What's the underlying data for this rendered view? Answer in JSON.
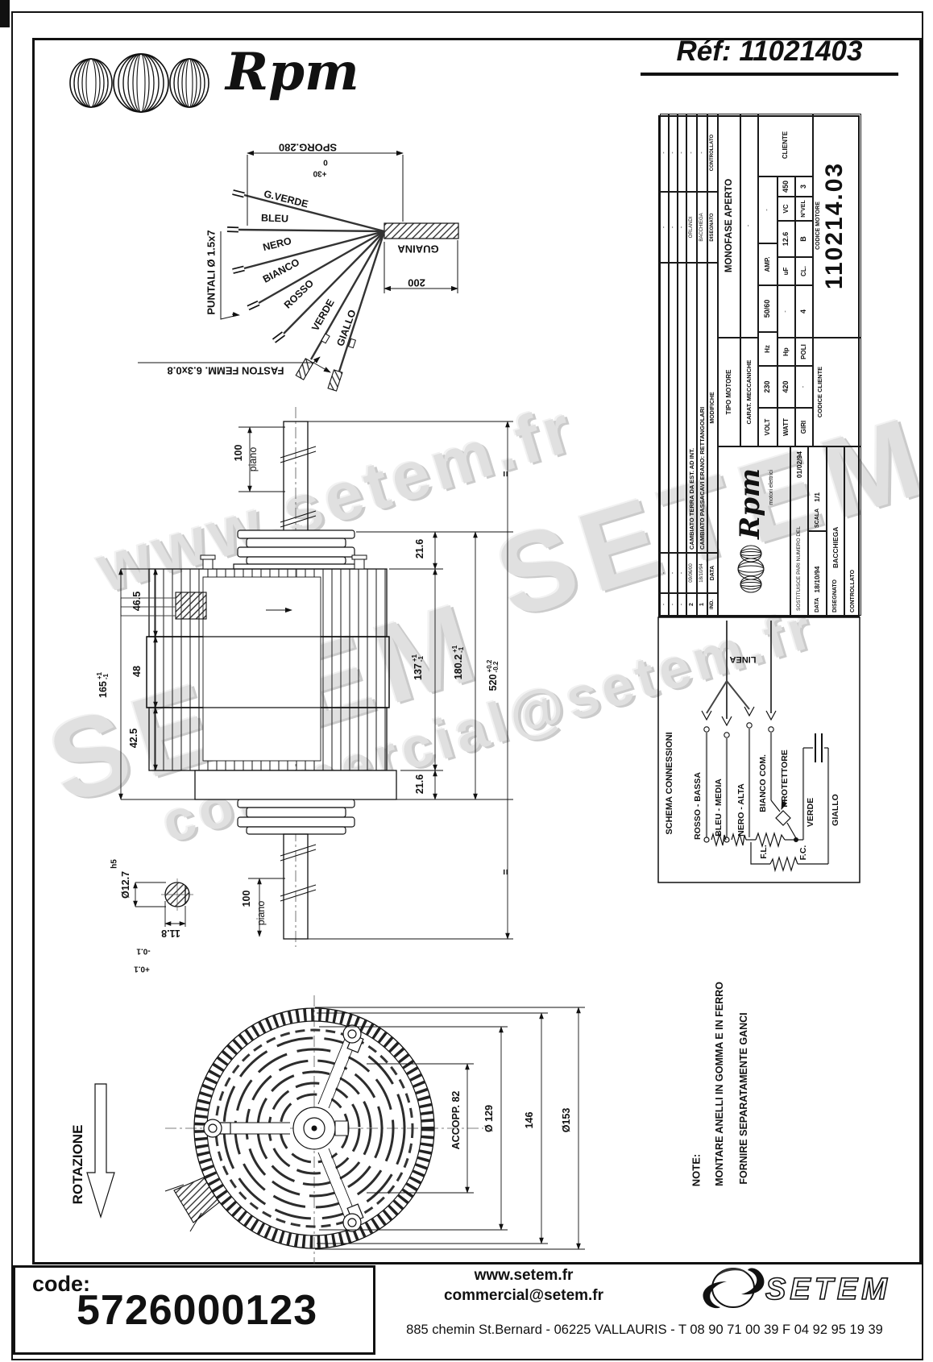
{
  "header": {
    "logo_text": "Rpm",
    "ref_label": "Réf:",
    "ref_value": "11021403"
  },
  "wire_diagram": {
    "dim_sporg": "SPORG.280",
    "tol_plus": "+30",
    "tol_zero": "0",
    "wire_labels": [
      "G.VERDE",
      "BLEU",
      "NERO",
      "BIANCO",
      "ROSSO",
      "VERDE",
      "GIALLO"
    ],
    "sheath_label": "GUAINA",
    "dim_200": "200",
    "puntali_label": "PUNTALI Ø 1.5x7",
    "faston_label": "FASTON FEMM. 6.3x0.8"
  },
  "side_view": {
    "dim_100_top": "100",
    "piano_top": "piano",
    "dim_46_5": "46.5",
    "dim_48": "48",
    "dim_42_5": "42.5",
    "dim_165": "165",
    "tol_p1": "+1",
    "tol_m1": "-1",
    "dim_21_6_top": "21.6",
    "dim_137": "137",
    "dim_180_2": "180.2",
    "dim_21_6_bot": "21.6",
    "dim_520": "520",
    "tol_p02": "+0.2",
    "tol_m02": "-0.2",
    "eq_top": "=",
    "eq_bot": "=",
    "dim_100_bot": "100",
    "piano_bot": "piano",
    "shaft_dia": "Ø12.7",
    "shaft_fit": "h5",
    "shaft_flat": "11.8",
    "tol_p01": "+0.1",
    "tol_m01": "-0.1"
  },
  "end_view": {
    "rotazione": "ROTAZIONE",
    "dim_accopp": "ACCOPP. 82",
    "dim_129": "Ø 129",
    "dim_146": "146",
    "dim_153": "Ø153"
  },
  "note": {
    "title": "NOTE:",
    "line1": "MONTARE ANELLI IN GOMMA E IN FERRO",
    "line2": "FORNIRE SEPARATAMENTE GANCI"
  },
  "title_block": {
    "revisions": {
      "rows": [
        {
          "ind": "-",
          "date": "-",
          "desc": "",
          "dis": "-",
          "ctrl": "-"
        },
        {
          "ind": "-",
          "date": "-",
          "desc": "",
          "dis": "-",
          "ctrl": "-"
        },
        {
          "ind": "-",
          "date": "-",
          "desc": "",
          "dis": "-",
          "ctrl": "-"
        },
        {
          "ind": "2",
          "date": "09/06/00",
          "desc": "CAMBIATO TERRA DA EST. AD INT.",
          "dis": "ORLANDI",
          "ctrl": "-"
        },
        {
          "ind": "1",
          "date": "18/10/94",
          "desc": "CAMBIATO PASSACAVI ERANO: RETTANGOLARI",
          "dis": "BACCHIEGA",
          "ctrl": "-"
        }
      ],
      "header": {
        "ind": "IND.",
        "date": "DATA",
        "desc": "MODIFICHE",
        "dis": "DISEGNATO",
        "ctrl": "CONTROLLATO"
      }
    },
    "tipo_label": "TIPO MOTORE",
    "tipo_value": "MONOFASE APERTO",
    "carat_label": "CARAT. MECCANICHE",
    "carat_value": "-",
    "volt_label": "VOLT",
    "volt": "230",
    "hz_label": "Hz",
    "hz": "50/60",
    "amp_label": "AMP.",
    "amp": "-",
    "watt_label": "WATT",
    "watt": "420",
    "hp_label": "Hp",
    "hp": "-",
    "uf_label": "uF",
    "uf": "12.6",
    "vc_label": "VC",
    "vc": "450",
    "giri_label": "GIRI",
    "giri": "-",
    "poli_label": "POLI",
    "poli": "4",
    "cl_label": "CL.",
    "cl": "B",
    "nvel_label": "N°VEL",
    "nvel": "3",
    "cliente_label": "CLIENTE",
    "codice_cliente_label": "CODICE CLIENTE",
    "codice_motore_label": "CODICE MOTORE",
    "codice_motore": "110214.03",
    "logo_text": "Rpm",
    "logo_sub": "motori elettrici",
    "sostituisce_label": "SOSTITUISCE PARI NUMERO DEL",
    "sostituisce_date": "01/02/94",
    "data_label": "DATA",
    "data_value": "18/10/94",
    "scala_label": "SCALA",
    "scala_value": "1/1",
    "disegnato_label": "DISEGNATO",
    "disegnato_value": "BACCHIEGA",
    "controllato_label": "CONTROLLATO"
  },
  "schema": {
    "title": "SCHEMA CONNESSIONI",
    "linea": "LINEA",
    "rosso": "ROSSO - BASSA",
    "bleu": "BLEU - MEDIA",
    "nero": "NERO - ALTA",
    "bianco": "BIANCO COM.",
    "protettore": "PROTETTORE",
    "verde": "VERDE",
    "giallo": "GIALLO",
    "fl": "F.L.",
    "fc": "F.C."
  },
  "footer": {
    "code_label": "code:",
    "code_value": "5726000123",
    "website": "www.setem.fr",
    "email": "commercial@setem.fr",
    "address": "885 chemin St.Bernard  -  06225 VALLAURIS  -  T 08 90 71 00 39   F 04 92 95 19 39",
    "brand": "SETEM"
  },
  "watermarks": {
    "wm1": "www.setem.fr",
    "wm2": "SETEM",
    "wm3": "commercial@setem.fr",
    "wm4": "SETEM"
  }
}
